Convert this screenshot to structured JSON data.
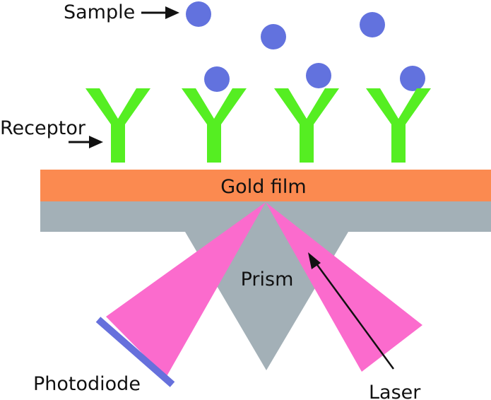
{
  "labels": {
    "sample": "Sample",
    "receptor": "Receptor",
    "gold_film": "Gold film",
    "prism": "Prism",
    "photodiode": "Photodiode",
    "laser": "Laser"
  },
  "colors": {
    "sample_particle": "#6272de",
    "receptor": "#55ee22",
    "gold_film": "#fb8a50",
    "prism": "#a3b0b7",
    "light_beam": "#fb6bcd",
    "photodiode": "#6670dc",
    "arrow": "#111111"
  }
}
